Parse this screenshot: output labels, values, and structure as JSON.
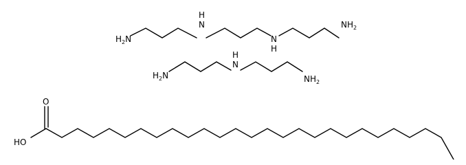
{
  "molecules": [
    {
      "labels": {
        "left_nh2": "H",
        "left_nh2_sub": "2",
        "left_nh2_n": "N",
        "nh_1": "N",
        "nh_1_h": "H",
        "nh_2": "N",
        "nh_2_h": "H",
        "right_nh2": "NH",
        "right_nh2_sub": "2"
      }
    },
    {
      "labels": {
        "left_nh2": "H",
        "left_nh2_sub": "2",
        "left_nh2_n": "N",
        "nh": "N",
        "nh_h": "H",
        "right_nh2": "NH",
        "right_nh2_sub": "2"
      }
    },
    {
      "labels": {
        "o": "O",
        "ho": "HO"
      }
    }
  ]
}
